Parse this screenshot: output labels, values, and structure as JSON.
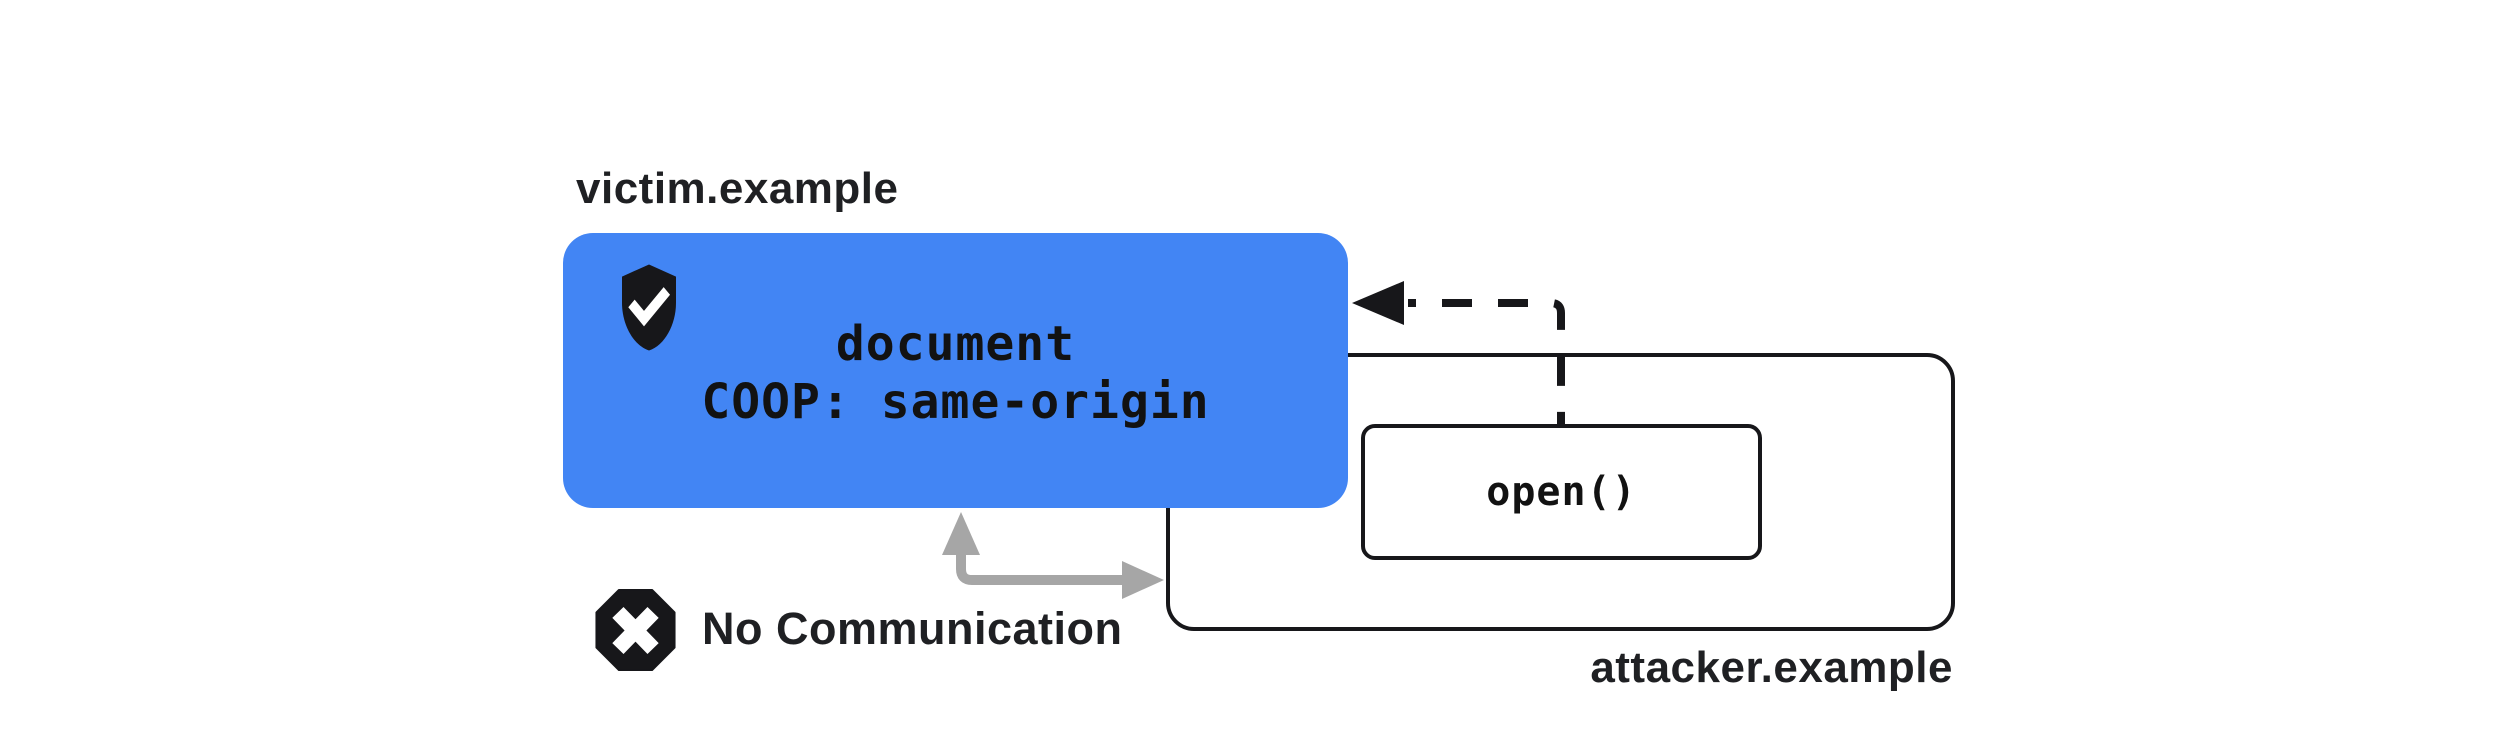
{
  "colors": {
    "bg": "#ffffff",
    "accent_blue": "#4285F4",
    "line_dark": "#17171A",
    "text_dark": "#1F2023",
    "mono_text": "#121212",
    "arrow_gray": "#A6A6A6",
    "icon_black": "#17171A",
    "icon_glyph": "#ffffff"
  },
  "victim": {
    "domain_label": "victim.example",
    "card_line1": "document",
    "card_line2": "COOP: same-origin"
  },
  "attacker": {
    "domain_label": "attacker.example",
    "open_call_label": "open()"
  },
  "status": {
    "no_communication_label": "No Communication"
  },
  "icons": {
    "shield": "shield-check-icon",
    "blocked": "x-octagon-icon",
    "dashed_arrow": "open-call-dashed-arrow",
    "gray_arrow": "blocked-communication-arrow"
  }
}
